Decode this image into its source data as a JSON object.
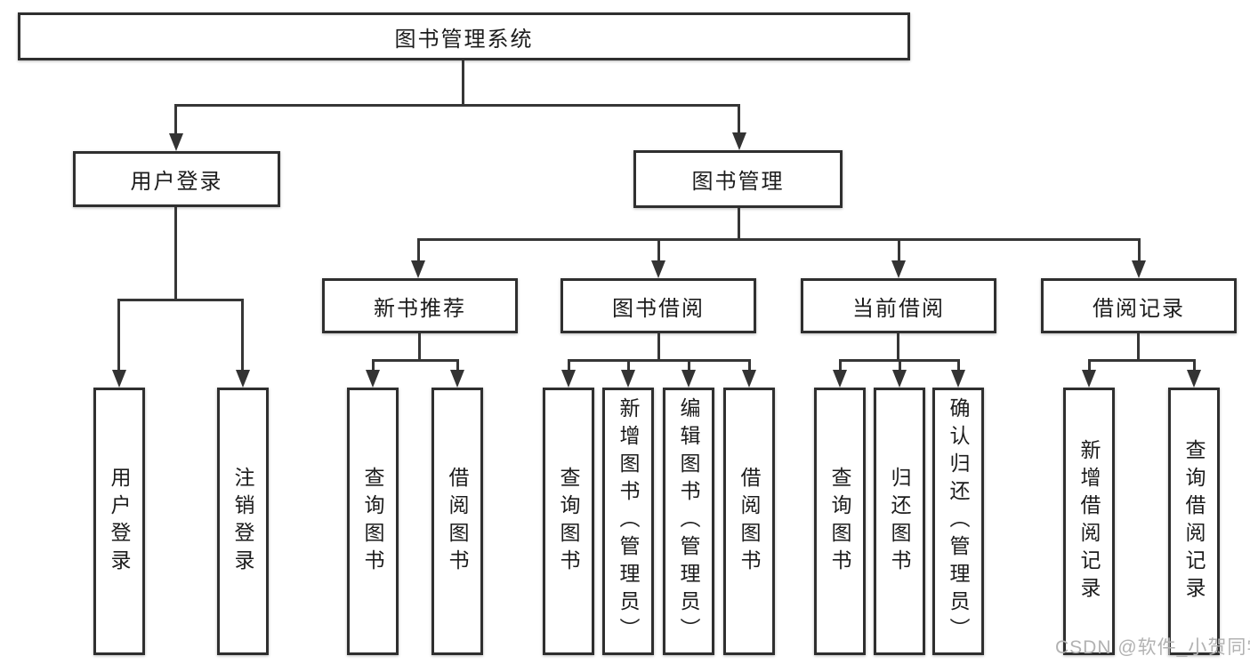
{
  "diagram": {
    "title": "图书管理系统",
    "level2": [
      {
        "label": "用户登录",
        "children": [
          {
            "label": "用户登录"
          },
          {
            "label": "注销登录"
          }
        ]
      },
      {
        "label": "图书管理",
        "children": [
          {
            "label": "新书推荐",
            "children": [
              {
                "label": "查询图书"
              },
              {
                "label": "借阅图书"
              }
            ]
          },
          {
            "label": "图书借阅",
            "children": [
              {
                "label": "查询图书"
              },
              {
                "label": "新增图书（管理员）"
              },
              {
                "label": "编辑图书（管理员）"
              },
              {
                "label": "借阅图书"
              }
            ]
          },
          {
            "label": "当前借阅",
            "children": [
              {
                "label": "查询图书"
              },
              {
                "label": "归还图书"
              },
              {
                "label": "确认归还（管理员）"
              }
            ]
          },
          {
            "label": "借阅记录",
            "children": [
              {
                "label": "新增借阅记录"
              },
              {
                "label": "查询借阅记录"
              }
            ]
          }
        ]
      }
    ]
  },
  "watermark": {
    "text": "CSDN @软件_小贺同学"
  },
  "colors": {
    "line": "#363636",
    "border": "#2f2f2f",
    "text": "#1c1c1c",
    "watermark": "#b2b2b2",
    "background": "#ffffff"
  }
}
